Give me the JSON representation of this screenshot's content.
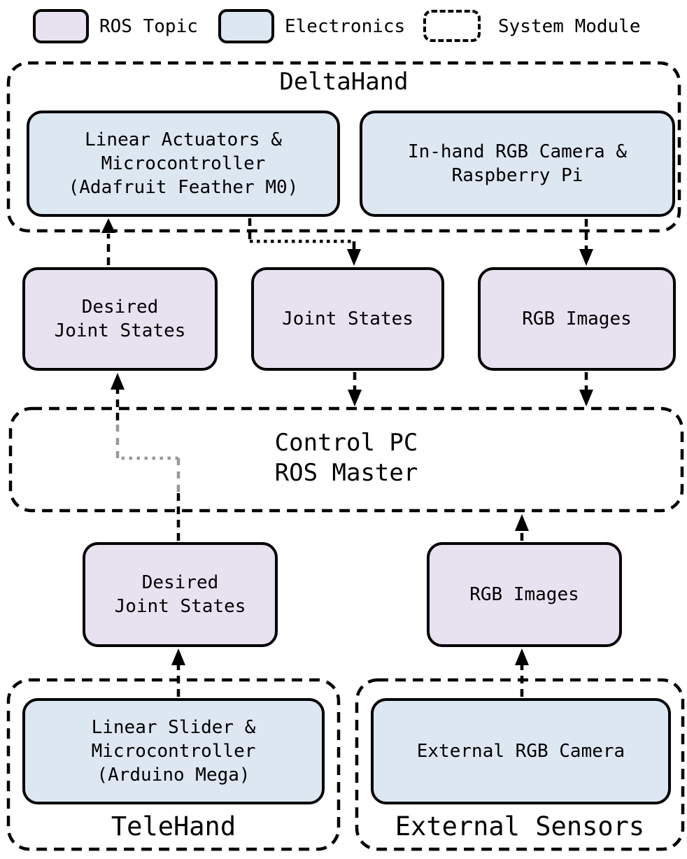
{
  "colors": {
    "ros_topic_fill": "#e8e1f0",
    "electronics_fill": "#dde7f2",
    "border": "#000000",
    "gray_link": "#999999"
  },
  "legend": {
    "items": [
      {
        "label": "ROS Topic"
      },
      {
        "label": "Electronics"
      },
      {
        "label": "System Module"
      }
    ]
  },
  "modules": {
    "deltahand": {
      "title": "DeltaHand"
    },
    "control_pc": {
      "title": "Control PC\nROS Master"
    },
    "telehand": {
      "title": "TeleHand"
    },
    "external_sensors": {
      "title": "External Sensors"
    }
  },
  "electronics": {
    "linear_actuators": "Linear Actuators &\nMicrocontroller\n(Adafruit Feather M0)",
    "inhand_camera": "In-hand RGB Camera &\nRaspberry Pi",
    "linear_slider": "Linear Slider &\nMicrocontroller\n(Arduino Mega)",
    "external_camera": "External RGB Camera"
  },
  "topics": {
    "desired_joint_states_top": "Desired\nJoint States",
    "joint_states": "Joint States",
    "rgb_images_top": "RGB Images",
    "desired_joint_states_bottom": "Desired\nJoint States",
    "rgb_images_bottom": "RGB Images"
  }
}
